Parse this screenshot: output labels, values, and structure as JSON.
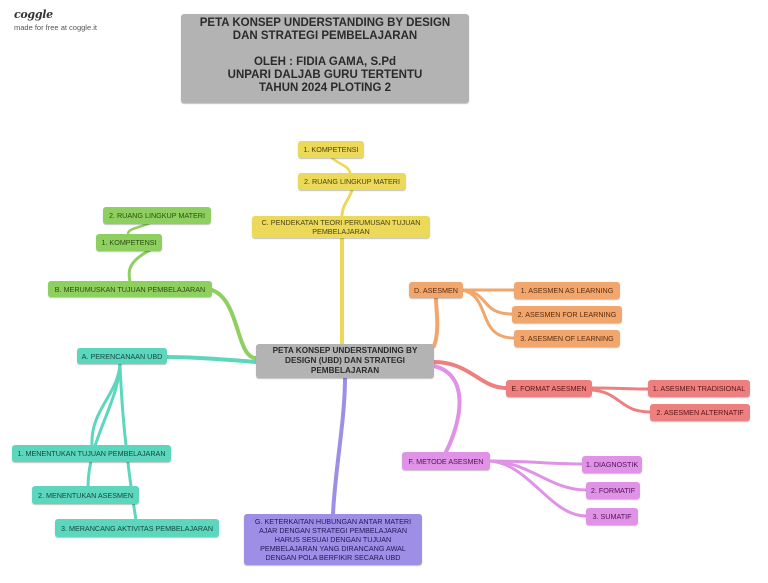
{
  "brand": {
    "logo": "coggle",
    "tagline": "made for free at coggle.it"
  },
  "title": {
    "line1": "PETA KONSEP UNDERSTANDING BY DESIGN",
    "line2": "DAN STRATEGI PEMBELAJARAN",
    "line3": "OLEH : FIDIA GAMA, S.Pd",
    "line4": "UNPARI DALJAB GURU TERTENTU",
    "line5": "TAHUN 2024 PLOTING 2"
  },
  "central": {
    "label": "PETA KONSEP UNDERSTANDING BY DESIGN (UBD) DAN STRATEGI PEMBELAJARAN"
  },
  "branches": {
    "a": {
      "label": "A. PERENCANAAN UBD",
      "children": [
        "1.  MENENTUKAN TUJUAN PEMBELAJARAN",
        "2.  MENENTUKAN ASESMEN",
        "3.  MERANCANG AKTIVITAS PEMBELAJARAN"
      ]
    },
    "b": {
      "label": "B. MERUMUSKAN TUJUAN PEMBELAJARAN",
      "children": [
        "1.  KOMPETENSI",
        "2.  RUANG LINGKUP MATERI"
      ]
    },
    "c": {
      "label": "C. PENDEKATAN TEORI PERUMUSAN TUJUAN PEMBELAJARAN",
      "children": [
        "1.  KOMPETENSI",
        "2.  RUANG LINGKUP MATERI"
      ]
    },
    "d": {
      "label": "D. ASESMEN",
      "children": [
        "1.  ASESMEN AS LEARNING",
        "2.  ASESMEN FOR LEARNING",
        "3.  ASESMEN OF LEARNING"
      ]
    },
    "e": {
      "label": "E. FORMAT ASESMEN",
      "children": [
        "1.  ASESMEN TRADISIONAL",
        "2.  ASESMEN ALTERNATIF"
      ]
    },
    "f": {
      "label": "F. METODE ASESMEN",
      "children": [
        "1.  DIAGNOSTIK",
        "2.  FORMATIF",
        "3.  SUMATIF"
      ]
    },
    "g": {
      "label": "G. KETERKAITAN HUBUNGAN ANTAR MATERI AJAR DENGAN STRATEGI PEMBELAJARAN HARUS SESUAI DENGAN TUJUAN PEMBELAJARAN YANG DIRANCANG AWAL DENGAN POLA BERFIKIR SECARA UBD"
    }
  },
  "colors": {
    "yellow": "#ecd95a",
    "green": "#8ed060",
    "teal": "#5cd6bd",
    "orange": "#f0a66c",
    "red": "#ee7f7f",
    "pink": "#df92e6",
    "purple": "#9f8ee6",
    "grey": "#b3b3b3"
  }
}
